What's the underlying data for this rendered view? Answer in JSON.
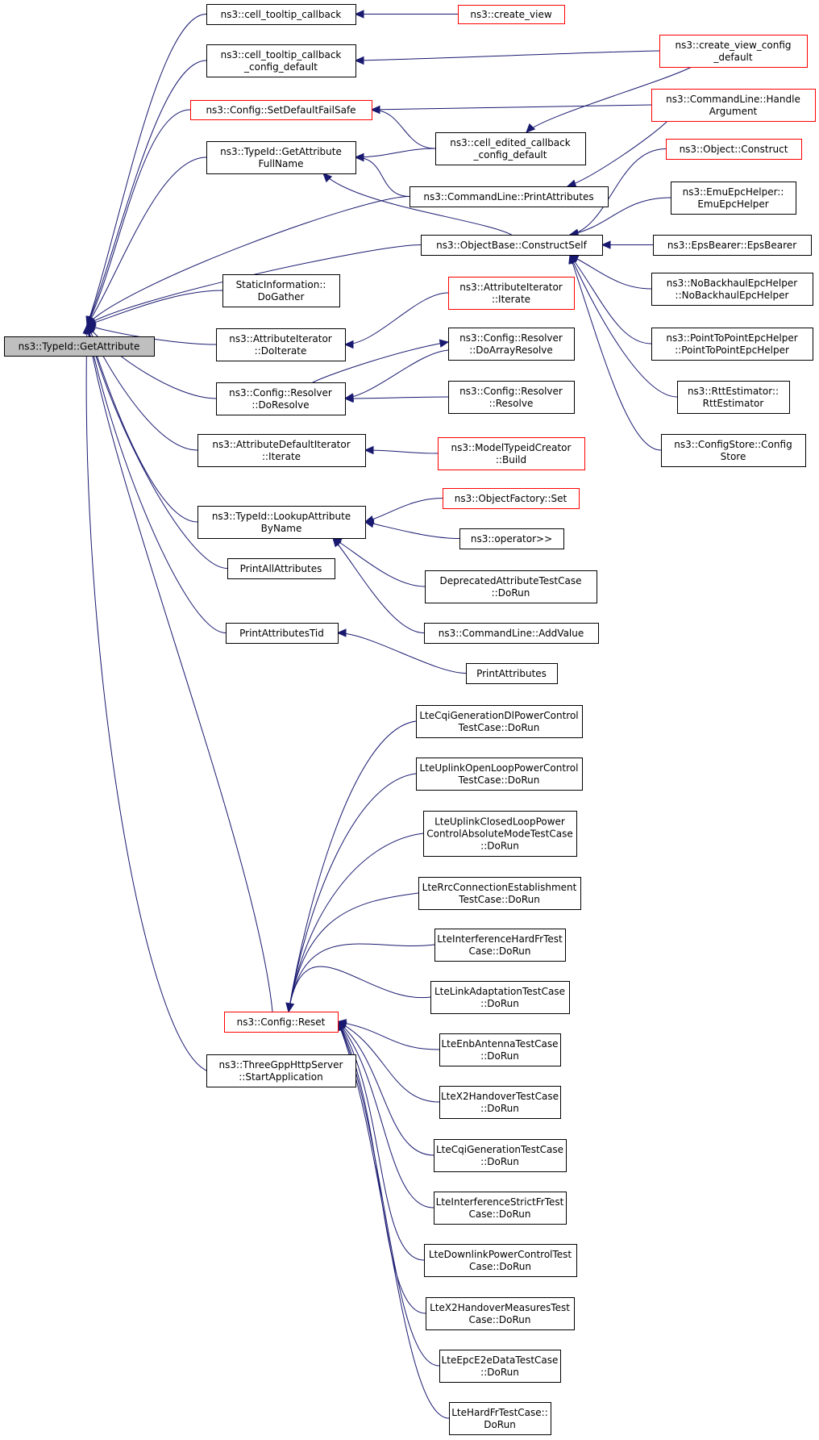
{
  "diagram": {
    "root": {
      "id": "root",
      "lines": [
        "ns3::TypeId::GetAttribute"
      ]
    },
    "nodes": [
      {
        "id": "cell_tooltip",
        "lines": [
          "ns3::cell_tooltip_callback"
        ]
      },
      {
        "id": "create_view",
        "lines": [
          "ns3::create_view"
        ],
        "red": true
      },
      {
        "id": "cell_tooltip_cfg",
        "lines": [
          "ns3::cell_tooltip_callback",
          "_config_default"
        ]
      },
      {
        "id": "create_view_cfg",
        "lines": [
          "ns3::create_view_config",
          "_default"
        ],
        "red": true
      },
      {
        "id": "setdefault_failsafe",
        "lines": [
          "ns3::Config::SetDefaultFailSafe"
        ],
        "red": true
      },
      {
        "id": "cmd_handle",
        "lines": [
          "ns3::CommandLine::Handle",
          "Argument"
        ],
        "red": true
      },
      {
        "id": "cell_edited",
        "lines": [
          "ns3::cell_edited_callback",
          "_config_default"
        ]
      },
      {
        "id": "getattr_fullname",
        "lines": [
          "ns3::TypeId::GetAttribute",
          "FullName"
        ]
      },
      {
        "id": "obj_construct",
        "lines": [
          "ns3::Object::Construct"
        ],
        "red": true
      },
      {
        "id": "cmd_printattrs",
        "lines": [
          "ns3::CommandLine::PrintAttributes"
        ]
      },
      {
        "id": "emu_epc",
        "lines": [
          "ns3::EmuEpcHelper::",
          "EmuEpcHelper"
        ]
      },
      {
        "id": "construct_self",
        "lines": [
          "ns3::ObjectBase::ConstructSelf"
        ]
      },
      {
        "id": "eps_bearer",
        "lines": [
          "ns3::EpsBearer::EpsBearer"
        ]
      },
      {
        "id": "nobackhaul",
        "lines": [
          "ns3::NoBackhaulEpcHelper",
          "::NoBackhaulEpcHelper"
        ]
      },
      {
        "id": "static_info",
        "lines": [
          "StaticInformation::",
          "DoGather"
        ]
      },
      {
        "id": "attr_iter_iterate",
        "lines": [
          "ns3::AttributeIterator",
          "::Iterate"
        ],
        "red": true
      },
      {
        "id": "p2p_epc",
        "lines": [
          "ns3::PointToPointEpcHelper",
          "::PointToPointEpcHelper"
        ]
      },
      {
        "id": "attr_iter_doiterate",
        "lines": [
          "ns3::AttributeIterator",
          "::DoIterate"
        ]
      },
      {
        "id": "resolver_doarray",
        "lines": [
          "ns3::Config::Resolver",
          "::DoArrayResolve"
        ]
      },
      {
        "id": "rtt",
        "lines": [
          "ns3::RttEstimator::",
          "RttEstimator"
        ]
      },
      {
        "id": "resolver_doresolve",
        "lines": [
          "ns3::Config::Resolver",
          "::DoResolve"
        ]
      },
      {
        "id": "resolver_resolve",
        "lines": [
          "ns3::Config::Resolver",
          "::Resolve"
        ]
      },
      {
        "id": "configstore",
        "lines": [
          "ns3::ConfigStore::Config",
          "Store"
        ]
      },
      {
        "id": "attr_default_iter",
        "lines": [
          "ns3::AttributeDefaultIterator",
          "::Iterate"
        ]
      },
      {
        "id": "model_typeid",
        "lines": [
          "ns3::ModelTypeidCreator",
          "::Build"
        ],
        "red": true
      },
      {
        "id": "objfactory_set",
        "lines": [
          "ns3::ObjectFactory::Set"
        ],
        "red": true
      },
      {
        "id": "lookup_byname",
        "lines": [
          "ns3::TypeId::LookupAttribute",
          "ByName"
        ]
      },
      {
        "id": "operator_rshift",
        "lines": [
          "ns3::operator>>"
        ]
      },
      {
        "id": "print_all_attrs",
        "lines": [
          "PrintAllAttributes"
        ]
      },
      {
        "id": "deprecated_test",
        "lines": [
          "DeprecatedAttributeTestCase",
          "::DoRun"
        ]
      },
      {
        "id": "cmd_addvalue",
        "lines": [
          "ns3::CommandLine::AddValue"
        ]
      },
      {
        "id": "print_attrs_tid",
        "lines": [
          "PrintAttributesTid"
        ]
      },
      {
        "id": "print_attrs",
        "lines": [
          "PrintAttributes"
        ]
      },
      {
        "id": "lte_cqi_dl",
        "lines": [
          "LteCqiGenerationDlPowerControl",
          "TestCase::DoRun"
        ]
      },
      {
        "id": "lte_ul_open",
        "lines": [
          "LteUplinkOpenLoopPowerControl",
          "TestCase::DoRun"
        ]
      },
      {
        "id": "lte_ul_closed",
        "lines": [
          "LteUplinkClosedLoopPower",
          "ControlAbsoluteModeTestCase",
          "::DoRun"
        ]
      },
      {
        "id": "lte_rrc",
        "lines": [
          "LteRrcConnectionEstablishment",
          "TestCase::DoRun"
        ]
      },
      {
        "id": "lte_interf_hard",
        "lines": [
          "LteInterferenceHardFrTest",
          "Case::DoRun"
        ]
      },
      {
        "id": "lte_link_adapt",
        "lines": [
          "LteLinkAdaptationTestCase",
          "::DoRun"
        ]
      },
      {
        "id": "config_reset",
        "lines": [
          "ns3::Config::Reset"
        ],
        "red": true
      },
      {
        "id": "lte_enb_antenna",
        "lines": [
          "LteEnbAntennaTestCase",
          "::DoRun"
        ]
      },
      {
        "id": "threegpp",
        "lines": [
          "ns3::ThreeGppHttpServer",
          "::StartApplication"
        ]
      },
      {
        "id": "lte_x2",
        "lines": [
          "LteX2HandoverTestCase",
          "::DoRun"
        ]
      },
      {
        "id": "lte_cqi",
        "lines": [
          "LteCqiGenerationTestCase",
          "::DoRun"
        ]
      },
      {
        "id": "lte_interf_strict",
        "lines": [
          "LteInterferenceStrictFrTest",
          "Case::DoRun"
        ]
      },
      {
        "id": "lte_dl_power",
        "lines": [
          "LteDownlinkPowerControlTest",
          "Case::DoRun"
        ]
      },
      {
        "id": "lte_x2_meas",
        "lines": [
          "LteX2HandoverMeasuresTest",
          "Case::DoRun"
        ]
      },
      {
        "id": "lte_epc_e2e",
        "lines": [
          "LteEpcE2eDataTestCase",
          "::DoRun"
        ]
      },
      {
        "id": "lte_hardfr",
        "lines": [
          "LteHardFrTestCase::",
          "DoRun"
        ]
      }
    ],
    "edges": [
      [
        "root",
        "cell_tooltip"
      ],
      [
        "root",
        "cell_tooltip_cfg"
      ],
      [
        "root",
        "setdefault_failsafe"
      ],
      [
        "root",
        "getattr_fullname"
      ],
      [
        "root",
        "cmd_printattrs"
      ],
      [
        "root",
        "construct_self"
      ],
      [
        "root",
        "static_info"
      ],
      [
        "root",
        "attr_iter_doiterate"
      ],
      [
        "root",
        "resolver_doresolve"
      ],
      [
        "root",
        "attr_default_iter"
      ],
      [
        "root",
        "lookup_byname"
      ],
      [
        "root",
        "print_all_attrs"
      ],
      [
        "root",
        "print_attrs_tid"
      ],
      [
        "root",
        "config_reset"
      ],
      [
        "root",
        "threegpp"
      ],
      [
        "cell_tooltip",
        "create_view"
      ],
      [
        "cell_tooltip_cfg",
        "create_view_cfg"
      ],
      [
        "setdefault_failsafe",
        "cmd_handle"
      ],
      [
        "setdefault_failsafe",
        "cell_edited"
      ],
      [
        "cell_edited",
        "create_view_cfg"
      ],
      [
        "getattr_fullname",
        "cell_edited"
      ],
      [
        "getattr_fullname",
        "cmd_printattrs"
      ],
      [
        "getattr_fullname",
        "construct_self"
      ],
      [
        "cmd_printattrs",
        "cmd_handle"
      ],
      [
        "construct_self",
        "obj_construct"
      ],
      [
        "construct_self",
        "emu_epc"
      ],
      [
        "construct_self",
        "eps_bearer"
      ],
      [
        "construct_self",
        "nobackhaul"
      ],
      [
        "construct_self",
        "p2p_epc"
      ],
      [
        "construct_self",
        "rtt"
      ],
      [
        "construct_self",
        "configstore"
      ],
      [
        "attr_iter_doiterate",
        "attr_iter_iterate"
      ],
      [
        "resolver_doresolve",
        "resolver_doarray"
      ],
      [
        "resolver_doarray",
        "resolver_doresolve"
      ],
      [
        "resolver_doresolve",
        "resolver_resolve"
      ],
      [
        "attr_default_iter",
        "model_typeid"
      ],
      [
        "lookup_byname",
        "objfactory_set"
      ],
      [
        "lookup_byname",
        "operator_rshift"
      ],
      [
        "lookup_byname",
        "deprecated_test"
      ],
      [
        "lookup_byname",
        "cmd_addvalue"
      ],
      [
        "print_attrs_tid",
        "print_attrs"
      ],
      [
        "config_reset",
        "lte_cqi_dl"
      ],
      [
        "config_reset",
        "lte_ul_open"
      ],
      [
        "config_reset",
        "lte_ul_closed"
      ],
      [
        "config_reset",
        "lte_rrc"
      ],
      [
        "config_reset",
        "lte_interf_hard"
      ],
      [
        "config_reset",
        "lte_link_adapt"
      ],
      [
        "config_reset",
        "lte_enb_antenna"
      ],
      [
        "config_reset",
        "lte_x2"
      ],
      [
        "config_reset",
        "lte_cqi"
      ],
      [
        "config_reset",
        "lte_interf_strict"
      ],
      [
        "config_reset",
        "lte_dl_power"
      ],
      [
        "config_reset",
        "lte_x2_meas"
      ],
      [
        "config_reset",
        "lte_epc_e2e"
      ],
      [
        "config_reset",
        "lte_hardfr"
      ]
    ]
  },
  "colors": {
    "edge": "#191970",
    "node_border": "#000000",
    "node_red_border": "#ff0000",
    "root_fill": "#bfbfbf"
  }
}
